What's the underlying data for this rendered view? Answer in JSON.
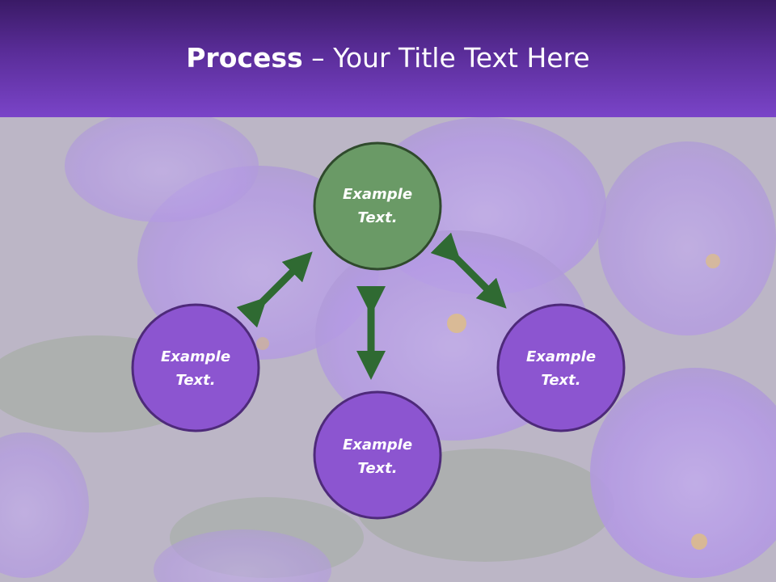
{
  "slide": {
    "title_bold": "Process",
    "title_rest": " – Your Title Text Here"
  },
  "diagram": {
    "nodes": [
      {
        "id": "top",
        "line1": "Example",
        "line2": "Text.",
        "fill": "#6a9a66",
        "stroke": "#2f4a2c"
      },
      {
        "id": "left",
        "line1": "Example",
        "line2": "Text.",
        "fill": "#8c55d0",
        "stroke": "#4e2a7a"
      },
      {
        "id": "bottom",
        "line1": "Example",
        "line2": "Text.",
        "fill": "#8c55d0",
        "stroke": "#4e2a7a"
      },
      {
        "id": "right",
        "line1": "Example",
        "line2": "Text.",
        "fill": "#8c55d0",
        "stroke": "#4e2a7a"
      }
    ],
    "arrow_color": "#2f6a32"
  }
}
